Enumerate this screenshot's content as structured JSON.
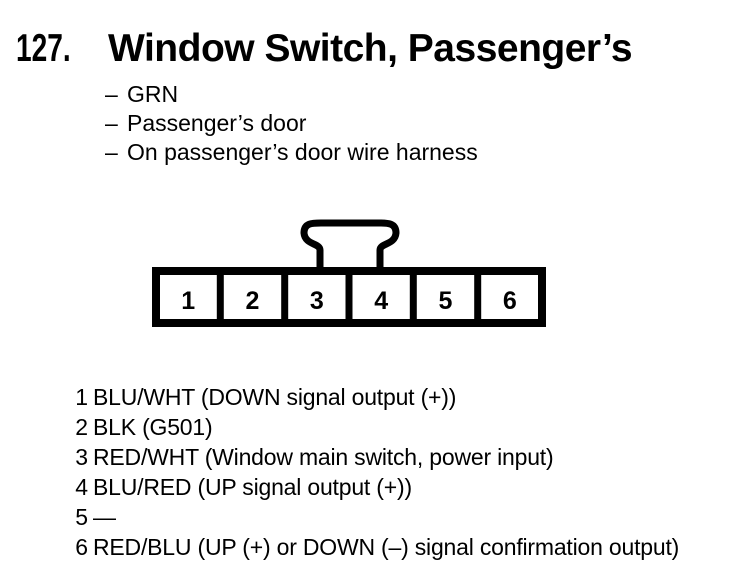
{
  "colors": {
    "ink": "#000000",
    "paper": "#ffffff"
  },
  "header": {
    "item_number": "127.",
    "title": "Window Switch, Passenger’s"
  },
  "details": {
    "marker": "–",
    "items": [
      "GRN",
      "Passenger’s door",
      "On passenger’s door wire harness"
    ]
  },
  "connector": {
    "description": "6-cavity connector, front view, locking tab on top between cavities 3 and 4",
    "cavities": [
      "1",
      "2",
      "3",
      "4",
      "5",
      "6"
    ]
  },
  "pinout": {
    "rows": [
      {
        "pin": "1",
        "wire": "BLU/WHT (DOWN signal output (+))"
      },
      {
        "pin": "2",
        "wire": "BLK (G501)"
      },
      {
        "pin": "3",
        "wire": "RED/WHT (Window main switch, power input)"
      },
      {
        "pin": "4",
        "wire": "BLU/RED (UP signal output (+))"
      },
      {
        "pin": "5",
        "wire": "—"
      },
      {
        "pin": "6",
        "wire": "RED/BLU (UP (+) or DOWN (–) signal confirmation output)"
      }
    ]
  }
}
